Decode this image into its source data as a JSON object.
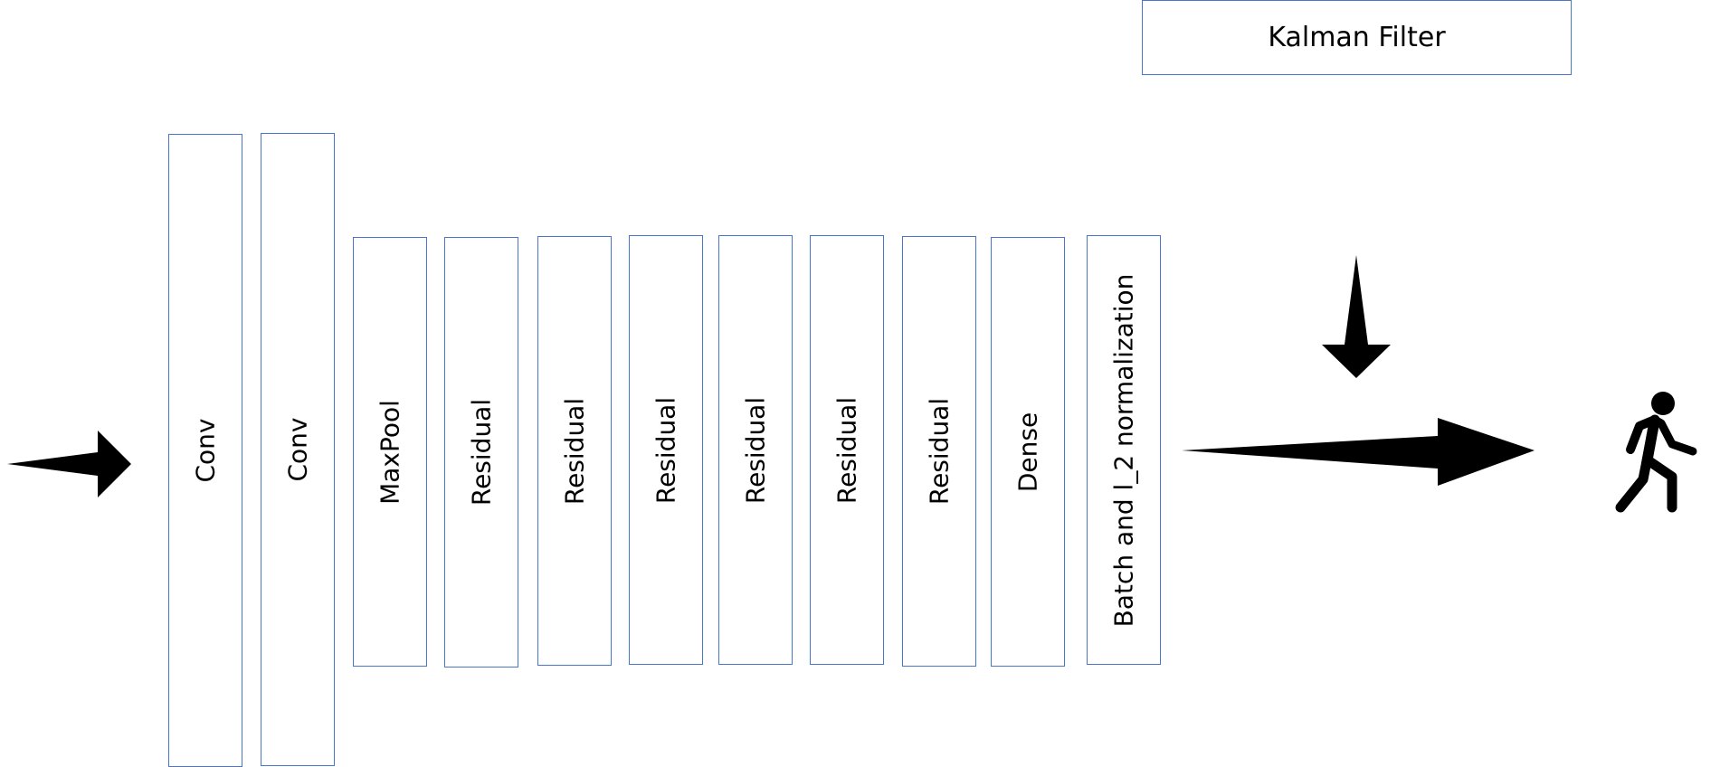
{
  "diagram": {
    "kalman_filter_label": "Kalman Filter",
    "layers": [
      "Conv",
      "Conv",
      "MaxPool",
      "Residual",
      "Residual",
      "Residual",
      "Residual",
      "Residual",
      "Residual",
      "Dense",
      "Batch and l_2 normalization"
    ],
    "icons": {
      "input_arrow": "arrow-right-icon",
      "output_arrow": "arrow-right-icon",
      "kalman_arrow": "arrow-down-icon",
      "person": "walking-person-icon"
    },
    "colors": {
      "box_border": "#4a76c9",
      "arrow_fill": "#000000"
    }
  }
}
